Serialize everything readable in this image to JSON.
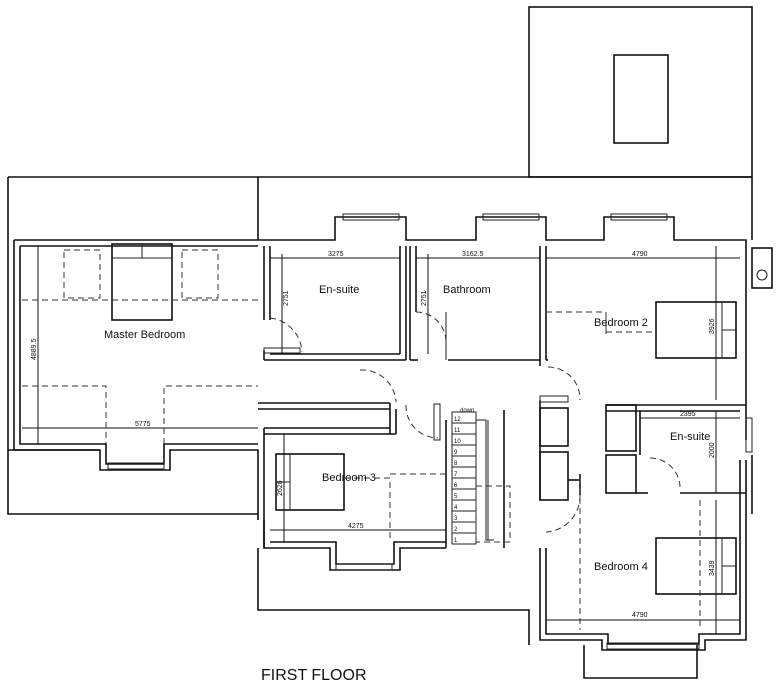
{
  "plan": {
    "title": "FIRST FLOOR",
    "rooms": {
      "master_bedroom": "Master Bedroom",
      "ensuite_1": "En-suite",
      "bathroom": "Bathroom",
      "bedroom_2": "Bedroom 2",
      "ensuite_2": "En-suite",
      "bedroom_3": "Bedroom 3",
      "bedroom_4": "Bedroom 4"
    },
    "stair_label": "down",
    "dimensions": {
      "master_width": "5775",
      "master_depth": "4889.5",
      "ensuite1_width": "3275",
      "ensuite1_depth": "2751",
      "bathroom_width": "3162.5",
      "bathroom_depth": "2751",
      "bedroom2_width": "4790",
      "bedroom2_depth": "3926",
      "ensuite2_width": "2395",
      "ensuite2_depth": "2000",
      "bedroom3_width": "4275",
      "bedroom3_depth": "2626",
      "bedroom4_width": "4790",
      "bedroom4_depth": "3439"
    },
    "stair_steps": [
      "12",
      "11",
      "10",
      "9",
      "8",
      "7",
      "6",
      "5",
      "4",
      "3",
      "2",
      "1"
    ]
  }
}
